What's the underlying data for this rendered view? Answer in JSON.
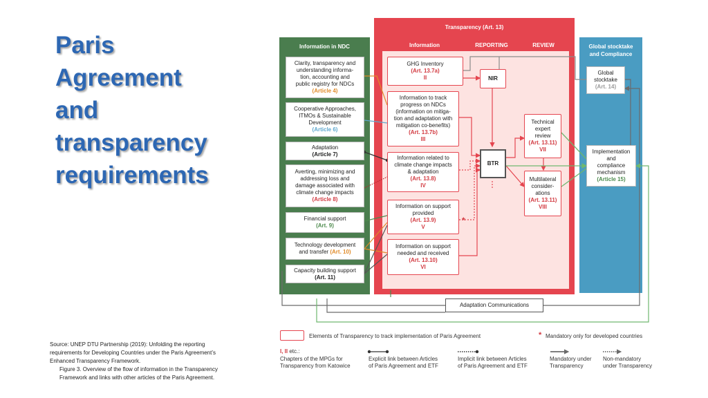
{
  "slide": {
    "title_lines": [
      "Paris",
      "Agreement",
      "and",
      "transparency",
      "requirements"
    ],
    "source_lines": [
      "Source: UNEP DTU Partnership (2019): Unfolding the reporting",
      "requirements for Developing Countries under the Paris Agreement’s",
      "Enhanced Transparency Framework."
    ],
    "figure_lines": [
      "Figure 3. Overview of the flow of information in the Transparency",
      "Framework and links with other articles of the Paris Agreement."
    ]
  },
  "diagram": {
    "headers": {
      "ndc": "Information in NDC",
      "transparency": "Transparency (Art. 13)",
      "information": "Information",
      "reporting": "REPORTING",
      "review": "REVIEW",
      "gst_1": "Global stocktake",
      "gst_2": "and Compliance"
    },
    "ndc_boxes": [
      {
        "lines": [
          "Clarity, transparency and",
          "understanding informa-",
          "tion, accounting and",
          "public registry for NDCs"
        ],
        "ref": "(Article 4)"
      },
      {
        "lines": [
          "Cooperative Approaches,",
          "ITMOs & Sustainable",
          "Development"
        ],
        "ref": "(Article 6)"
      },
      {
        "lines": [
          "Adaptation"
        ],
        "ref": "(Article 7)"
      },
      {
        "lines": [
          "Averting, minimizing and",
          "addressing loss and",
          "damage associated with",
          "climate change impacts"
        ],
        "ref": "(Article 8)"
      },
      {
        "lines": [
          "Financial support"
        ],
        "ref": "(Art. 9)"
      },
      {
        "lines": [
          "Technology development",
          "and transfer"
        ],
        "ref": "(Art. 10)"
      },
      {
        "lines": [
          "Capacity building support"
        ],
        "ref": "(Art. 11)"
      }
    ],
    "info_boxes": [
      {
        "lines": [
          "GHG Inventory"
        ],
        "ref": "(Art. 13.7a)",
        "roman": "II"
      },
      {
        "lines": [
          "Information to track",
          "progress on NDCs",
          "(information on mitiga-",
          "tion and adaptation with",
          "mitigation co-benefits)"
        ],
        "ref": "(Art. 13.7b)",
        "roman": "III"
      },
      {
        "lines": [
          "Information related to",
          "climate change impacts",
          "& adaptation"
        ],
        "ref": "(Art. 13.8)",
        "roman": "IV"
      },
      {
        "lines": [
          "Information on support",
          "provided"
        ],
        "ref": "(Art. 13.9)",
        "roman": "V"
      },
      {
        "lines": [
          "Information on support",
          "needed and received"
        ],
        "ref": "(Art. 13.10)",
        "roman": "VI"
      }
    ],
    "nir": "NIR",
    "btr": "BTR",
    "review_boxes": [
      {
        "lines": [
          "Technical",
          "expert",
          "review"
        ],
        "ref": "(Art. 13.11)",
        "roman": "VII"
      },
      {
        "lines": [
          "Multilateral",
          "consider-",
          "ations"
        ],
        "ref": "(Art. 13.11)",
        "roman": "VIII"
      }
    ],
    "gst_boxes": [
      {
        "lines": [
          "Global",
          "stocktake"
        ],
        "ref": "(Art. 14)"
      },
      {
        "lines": [
          "Implementation",
          "and",
          "compliance",
          "mechanism"
        ],
        "ref": "(Article 15)"
      }
    ],
    "adaptation_communications": "Adaptation Communications",
    "star": "*"
  },
  "legend": {
    "elements": "Elements of Transparency to track implementation of Paris Agreement",
    "mandatory_developed": "Mandatory only for developed countries",
    "roman_label": "I, II",
    "roman_suffix": " etc.:",
    "chapters": [
      "Chapters of the MPGs for",
      "Transparency from Katowice"
    ],
    "explicit": [
      "Explicit link between Articles",
      "of Paris Agreement and ETF"
    ],
    "implicit": [
      "Implicit link between Articles",
      "of Paris Agreement and ETF"
    ],
    "mandatory": [
      "Mandatory under",
      "Transparency"
    ],
    "non_mandatory": [
      "Non-mandatory",
      "under Transparency"
    ]
  },
  "colors": {
    "title": "#2d67b3",
    "ndc_panel": "#4a7d4e",
    "transparency_panel": "#e5454f",
    "transparency_inner": "#fde3e1",
    "gst_panel": "#4a9cc2",
    "orange_ref": "#e08b2a",
    "blue_ref": "#5fa8cf",
    "green_ref": "#4e8b4e",
    "red_ref": "#d23a41"
  }
}
